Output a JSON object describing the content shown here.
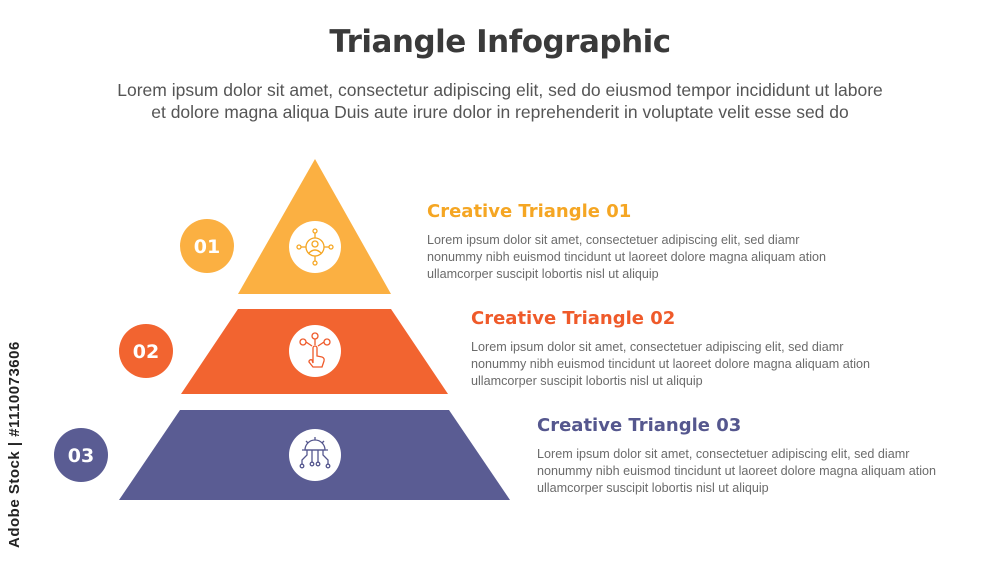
{
  "title": "Triangle Infographic",
  "subtitle_line1": "Lorem ipsum dolor sit amet, consectetur adipiscing elit, sed do eiusmod tempor incididunt ut labore",
  "subtitle_line2": "et dolore magna aliqua Duis aute irure dolor in reprehenderit in voluptate velit esse sed do",
  "items": [
    {
      "number": "01",
      "heading": "Creative Triangle 01",
      "text": "Lorem ipsum dolor sit amet, consectetuer adipiscing elit, sed diamr nonummy nibh euismod tincidunt ut laoreet dolore magna aliquam ation ullamcorper suscipit lobortis nisl ut aliquip",
      "color": "#fbb042",
      "heading_color": "#f5a623",
      "icon": "network-user-icon"
    },
    {
      "number": "02",
      "heading": "Creative Triangle 02",
      "text": "Lorem ipsum dolor sit amet, consectetuer adipiscing elit, sed diamr nonummy nibh euismod tincidunt ut laoreet dolore magna aliquam ation ullamcorper suscipit lobortis nisl ut aliquip",
      "color": "#f26430",
      "heading_color": "#ef5a2a",
      "icon": "touch-network-icon"
    },
    {
      "number": "03",
      "heading": "Creative Triangle 03",
      "text": "Lorem ipsum dolor sit amet, consectetuer adipiscing elit, sed diamr nonummy nibh euismod tincidunt ut laoreet dolore magna aliquam ation ullamcorper suscipit lobortis nisl ut aliquip",
      "color": "#5a5c93",
      "heading_color": "#55578e",
      "icon": "gear-circuit-icon"
    }
  ],
  "stock_label": "Adobe Stock | #1110073606"
}
